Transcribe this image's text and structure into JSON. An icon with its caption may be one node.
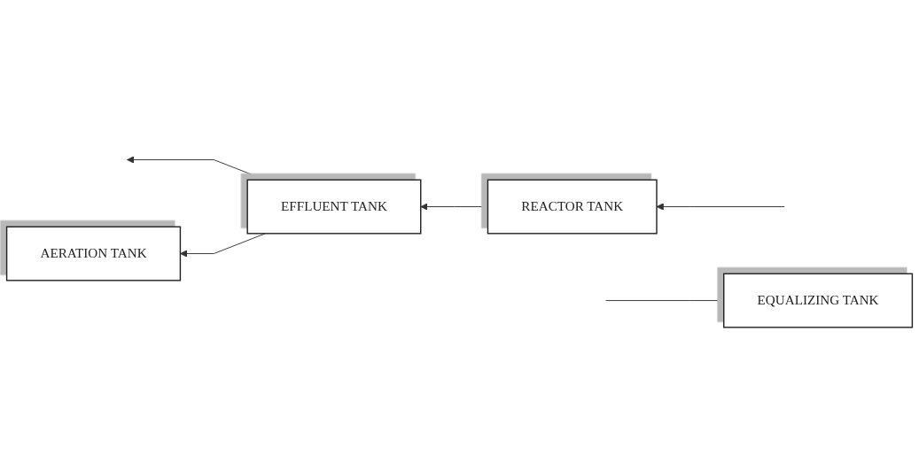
{
  "diagram": {
    "nodes": [
      {
        "text": [
          "EQUALIZING TANK"
        ]
      },
      {
        "text": [
          "AERATION TANK"
        ]
      },
      {
        "text": [
          "EFFLUENT TANK"
        ]
      },
      {
        "text": [
          "REACTOR TANK"
        ]
      }
    ],
    "edges": [
      {
        "from": 0,
        "to": null,
        "arrow": "none"
      },
      {
        "from": 2,
        "to": null,
        "arrow": "to"
      },
      {
        "from": null,
        "to": 3,
        "arrow": "to"
      },
      {
        "from": 3,
        "to": 2,
        "arrow": "to"
      },
      {
        "from": 2,
        "to": 1,
        "arrow": "to"
      }
    ]
  }
}
